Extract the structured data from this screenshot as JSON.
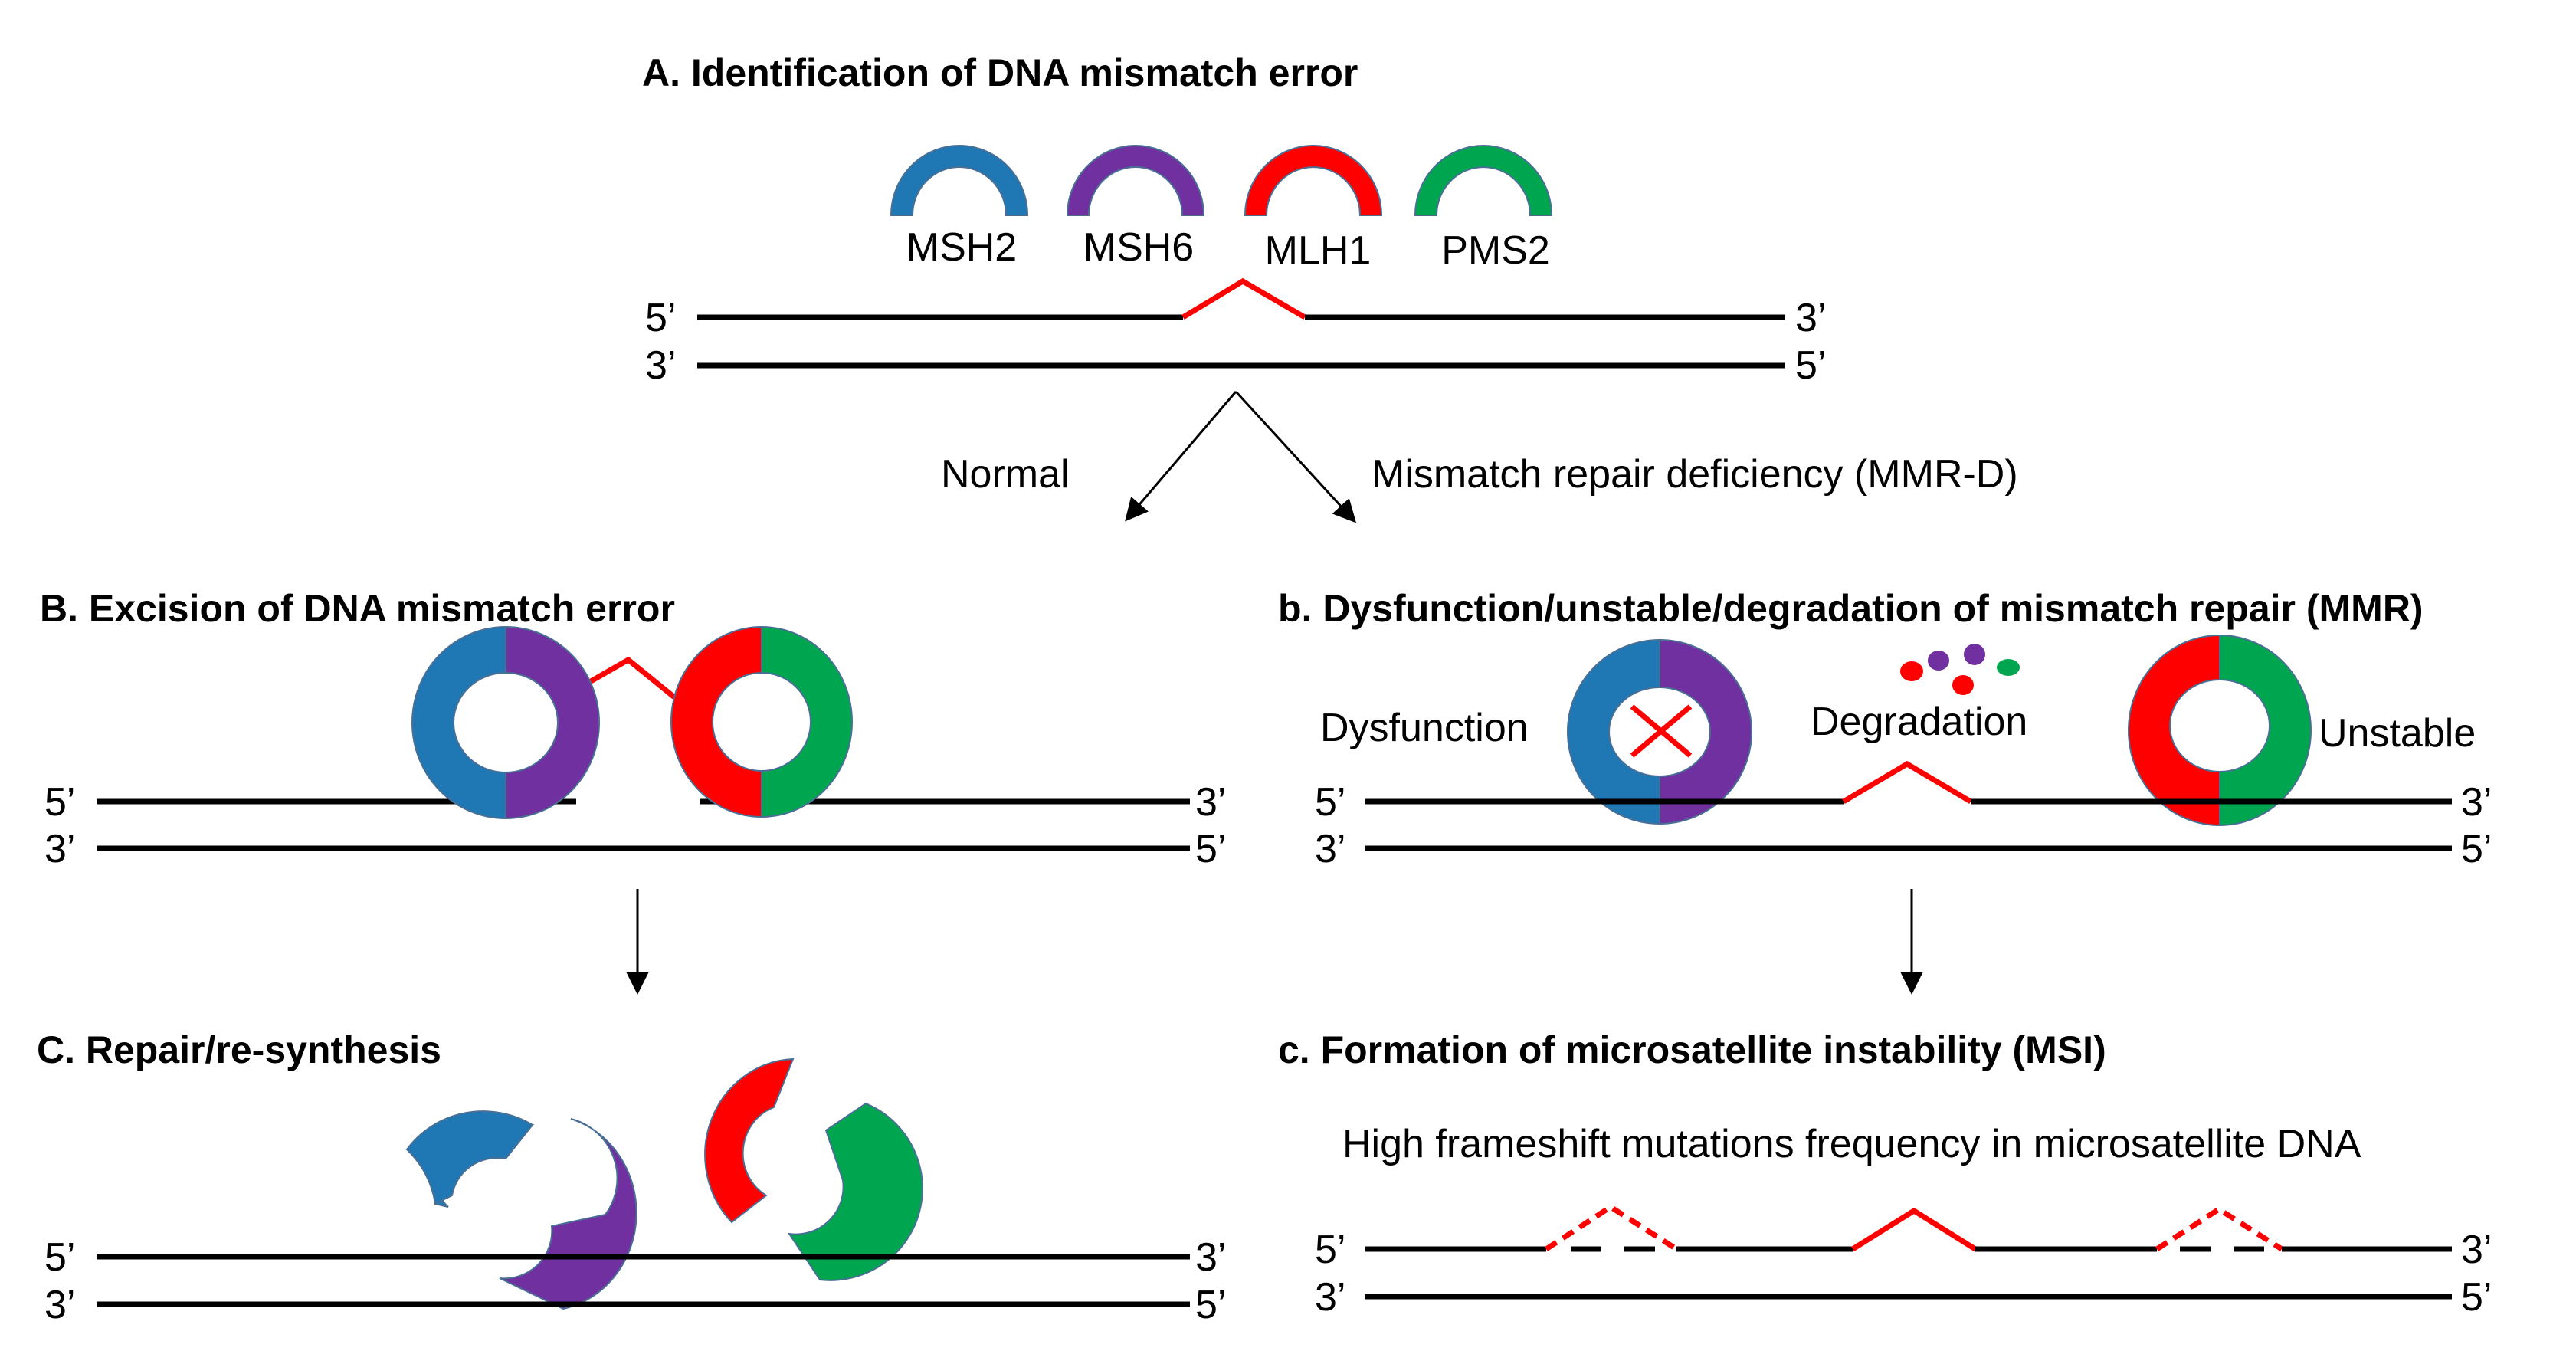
{
  "colors": {
    "msh2": "#1f77b4",
    "msh6": "#7030a0",
    "mlh1": "#ff0000",
    "pms2": "#00a550",
    "dna": "#000000",
    "mismatch": "#ff0000"
  },
  "panel_a": {
    "title": "A. Identification of DNA mismatch error",
    "proteins": [
      "MSH2",
      "MSH6",
      "MLH1",
      "PMS2"
    ],
    "top_left": "5’",
    "top_right": "3’",
    "bottom_left": "3’",
    "bottom_right": "5’"
  },
  "branches": {
    "normal": "Normal",
    "deficiency": "Mismatch repair deficiency (MMR-D)"
  },
  "panel_b_upper": {
    "title": "B. Excision of DNA mismatch error",
    "top_left": "5’",
    "top_right": "3’",
    "bottom_left": "3’",
    "bottom_right": "5’"
  },
  "panel_b_lower": {
    "title": "b. Dysfunction/unstable/degradation of mismatch repair (MMR)",
    "dysfunction": "Dysfunction",
    "degradation": "Degradation",
    "unstable": "Unstable",
    "top_left": "5’",
    "top_right": "3’",
    "bottom_left": "3’",
    "bottom_right": "5’"
  },
  "panel_c_upper": {
    "title": "C. Repair/re-synthesis",
    "top_left": "5’",
    "top_right": "3’",
    "bottom_left": "3’",
    "bottom_right": "5’"
  },
  "panel_c_lower": {
    "title": "c. Formation of microsatellite instability (MSI)",
    "subtitle": "High frameshift mutations frequency in microsatellite DNA",
    "top_left": "5’",
    "top_right": "3’",
    "bottom_left": "3’",
    "bottom_right": "5’"
  }
}
